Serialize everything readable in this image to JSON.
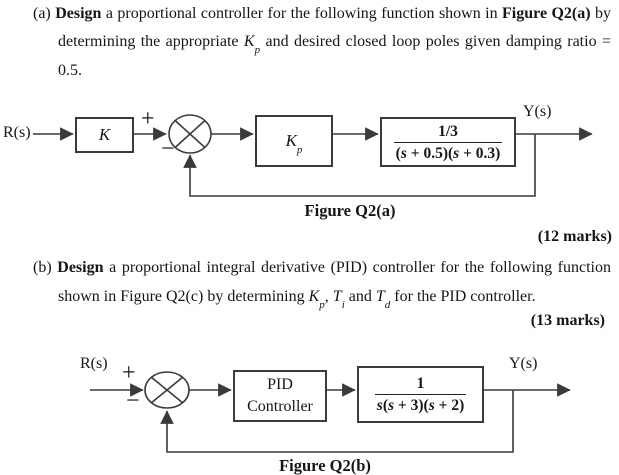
{
  "colors": {
    "background": "#ffffff",
    "ink": "#161616",
    "line": "#3a3a3a"
  },
  "question_a": {
    "marker": "(a)",
    "l1_bold1": "Design",
    "l1_text1": " a proportional controller for the following function shown in ",
    "l1_bold2": "Figure Q2(a)",
    "l1_text2": " by",
    "l2_text1": "determining the appropriate ",
    "l2_var": "K",
    "l2_var_sub": "p",
    "l2_text2": " and desired closed loop poles given damping ratio =",
    "l3_text": "0.5.",
    "marks": "(12 marks)"
  },
  "diagram_a": {
    "input_label": "R(s)",
    "output_label": "Y(s)",
    "plus_sign": "+",
    "minus_sign": "−",
    "gain_block_label": "K",
    "controller_block": {
      "var": "K",
      "sub": "p"
    },
    "plant_block": {
      "num": "1/3",
      "d1": "(",
      "d2": "s",
      "d3": " + 0.5)(",
      "d4": "s",
      "d5": " + 0.3)"
    },
    "caption": "Figure Q2(a)"
  },
  "question_b": {
    "marker": "(b)",
    "l1_bold1": "Design",
    "l1_text1": " a proportional integral derivative (PID) controller for the following function",
    "l2_text1": "shown in Figure Q2(c) by determining ",
    "v1": "K",
    "v1_sub": "p",
    "l2_text2": ", ",
    "v2": "T",
    "v2_sub": "i",
    "l2_text3": " and ",
    "v3": "T",
    "v3_sub": "d",
    "l2_text4": " for the PID controller.",
    "marks": "(13 marks)"
  },
  "diagram_b": {
    "input_label": "R(s)",
    "output_label": "Y(s)",
    "plus_sign": "+",
    "minus_sign": "−",
    "controller_line1": "PID",
    "controller_line2": "Controller",
    "plant_block": {
      "num": "1",
      "d1": "s",
      "d2": "(",
      "d3": "s",
      "d4": " + 3)(",
      "d5": "s",
      "d6": " + 2)"
    },
    "caption": "Figure Q2(b)"
  }
}
